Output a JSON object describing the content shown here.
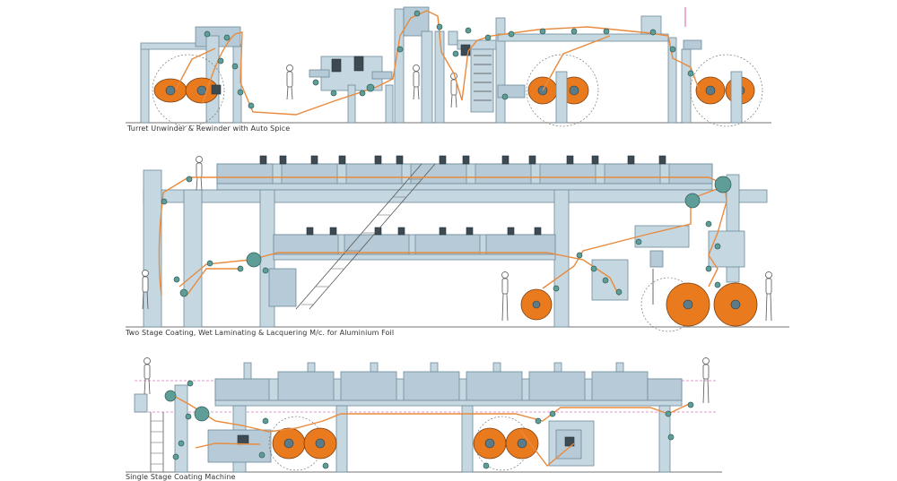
{
  "colors": {
    "web_path": "#e98a3d",
    "roll": "#ea7a1e",
    "roller": "#5f9e98",
    "frame": "#c5d8e2",
    "marker_line": "#cc3399"
  },
  "sections": [
    {
      "caption": "Turret Unwinder & Rewinder with Auto Spice"
    },
    {
      "caption": "Two Stage Coating, Wet Laminating & Lacquering M/c. for Aluminium Foil"
    },
    {
      "caption": "Single Stage Coating Machine"
    }
  ]
}
